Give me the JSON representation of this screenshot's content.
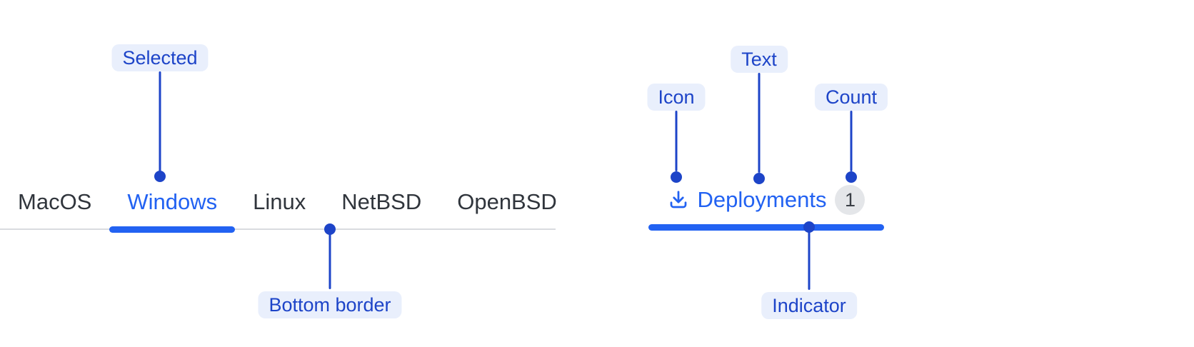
{
  "colors": {
    "component_blue": "#2262f2",
    "annotation_blue": "#1d44c8",
    "pill_bg": "#e9effc",
    "border_gray": "#d9dbdf",
    "inactive_text": "#30353c",
    "badge_bg": "#e4e6e9",
    "badge_text": "#3a3f46",
    "background": "#ffffff"
  },
  "tabs_example": {
    "items": [
      {
        "label": "MacOS",
        "selected": false
      },
      {
        "label": "Windows",
        "selected": true
      },
      {
        "label": "Linux",
        "selected": false
      },
      {
        "label": "NetBSD",
        "selected": false
      },
      {
        "label": "OpenBSD",
        "selected": false
      }
    ]
  },
  "deployment_tab": {
    "icon": "download-icon",
    "label": "Deployments",
    "count": "1"
  },
  "annotations": {
    "selected": "Selected",
    "bottom_border": "Bottom border",
    "icon": "Icon",
    "text": "Text",
    "count": "Count",
    "indicator": "Indicator"
  }
}
